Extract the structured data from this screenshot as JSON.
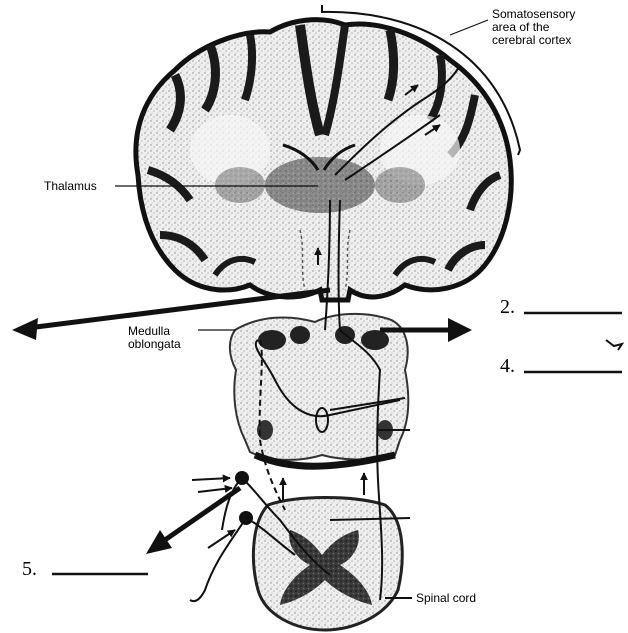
{
  "labels": {
    "somatosensory": [
      "Somatosensory",
      "area of the",
      "cerebral cortex"
    ],
    "thalamus": "Thalamus",
    "medulla": [
      "Medulla",
      "oblongata"
    ],
    "spinal_cord": "Spinal cord"
  },
  "blanks": {
    "two": "2.",
    "four": "4.",
    "five": "5."
  },
  "colors": {
    "ink": "#111111",
    "tissue": "#d8d8d8",
    "background": "#ffffff"
  }
}
